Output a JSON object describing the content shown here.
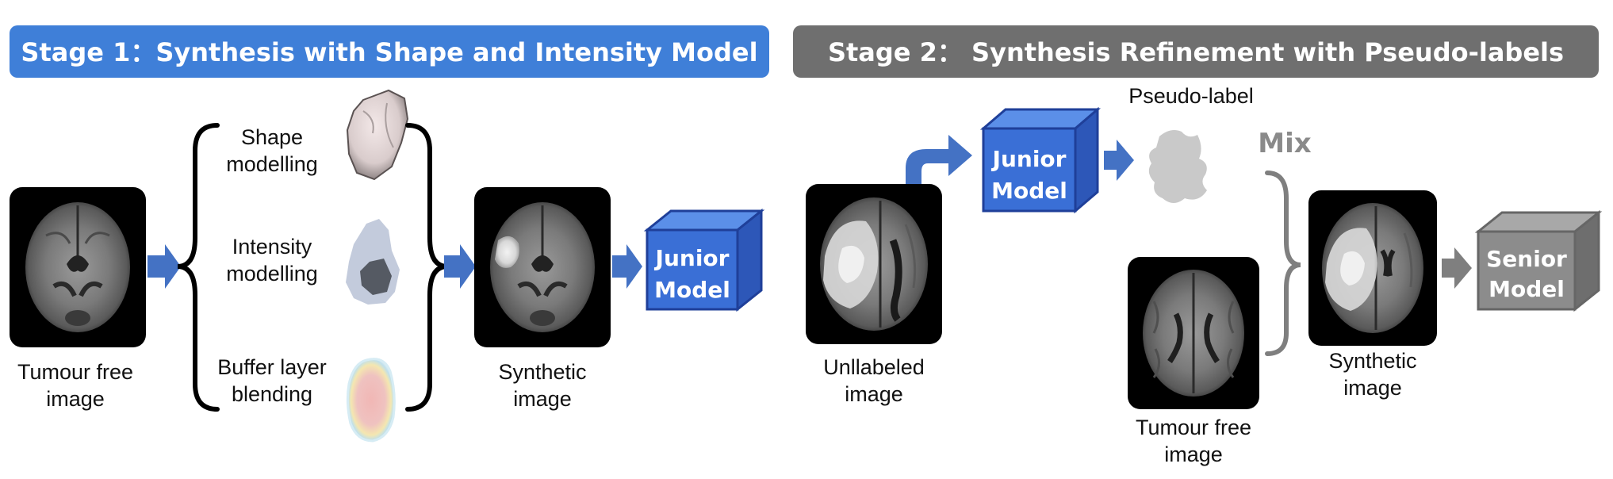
{
  "stage1": {
    "title": "Stage 1：Synthesis with Shape and Intensity Model",
    "color": "#3f7fd8"
  },
  "stage2": {
    "title": "Stage 2： Synthesis Refinement  with Pseudo-labels",
    "color": "#6f6f6f"
  },
  "labels": {
    "tumour_free_1": [
      "Tumour free",
      "image"
    ],
    "shape": [
      "Shape",
      "modelling"
    ],
    "intensity": [
      "Intensity",
      "modelling"
    ],
    "buffer": [
      "Buffer layer",
      "blending"
    ],
    "synthetic_1": [
      "Synthetic",
      "image"
    ],
    "unlabeled": [
      "Unllabeled",
      "image"
    ],
    "pseudo_label": "Pseudo-label",
    "mix": "Mix",
    "tumour_free_2": [
      "Tumour free",
      "image"
    ],
    "synthetic_2": [
      "Synthetic",
      "image"
    ]
  },
  "models": {
    "junior_1": [
      "Junior",
      "Model"
    ],
    "junior_2": [
      "Junior",
      "Model"
    ],
    "senior": [
      "Senior",
      "Model"
    ]
  },
  "colors": {
    "blue_arrow": "#4472c4",
    "blue_model": "#3a6fd6",
    "gray_arrow": "#7f7f7f",
    "gray_model": "#8c8c8c"
  }
}
